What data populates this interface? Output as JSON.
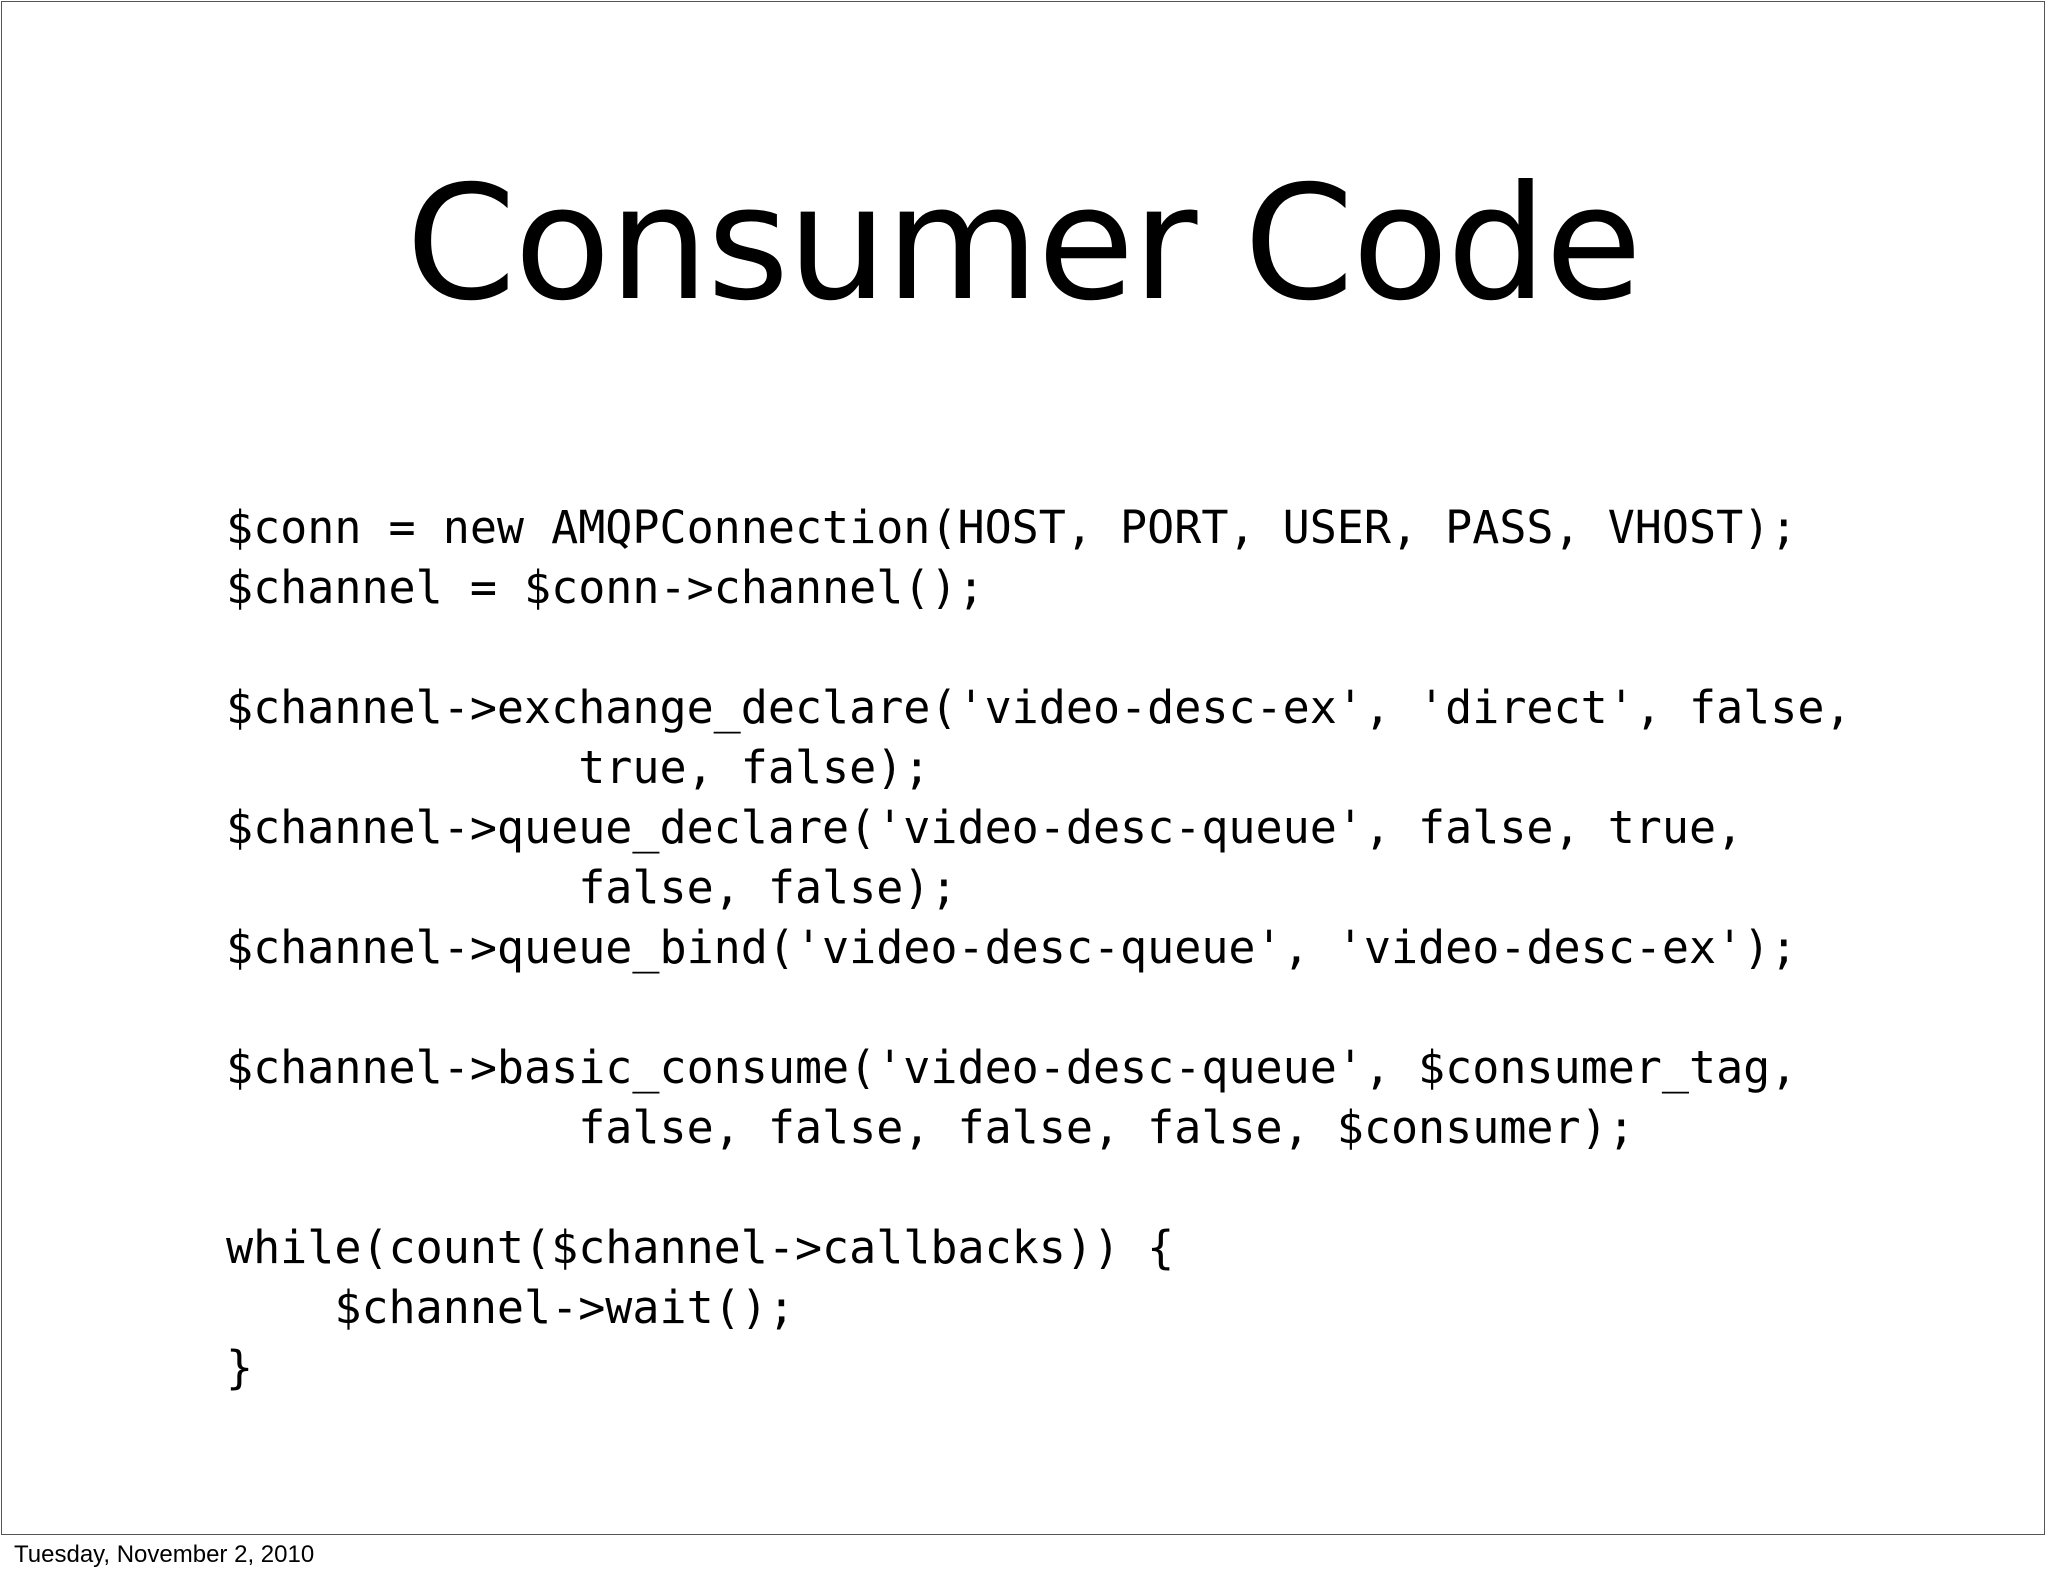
{
  "slide": {
    "title": "Consumer Code",
    "code_lines": [
      "$conn = new AMQPConnection(HOST, PORT, USER, PASS, VHOST);",
      "$channel = $conn->channel();",
      "",
      "$channel->exchange_declare('video-desc-ex', 'direct', false,",
      "             true, false);",
      "$channel->queue_declare('video-desc-queue', false, true,",
      "             false, false);",
      "$channel->queue_bind('video-desc-queue', 'video-desc-ex');",
      "",
      "$channel->basic_consume('video-desc-queue', $consumer_tag,",
      "             false, false, false, false, $consumer);",
      "",
      "while(count($channel->callbacks)) {",
      "    $channel->wait();",
      "}"
    ]
  },
  "footer": {
    "date": "Tuesday, November 2, 2010"
  }
}
